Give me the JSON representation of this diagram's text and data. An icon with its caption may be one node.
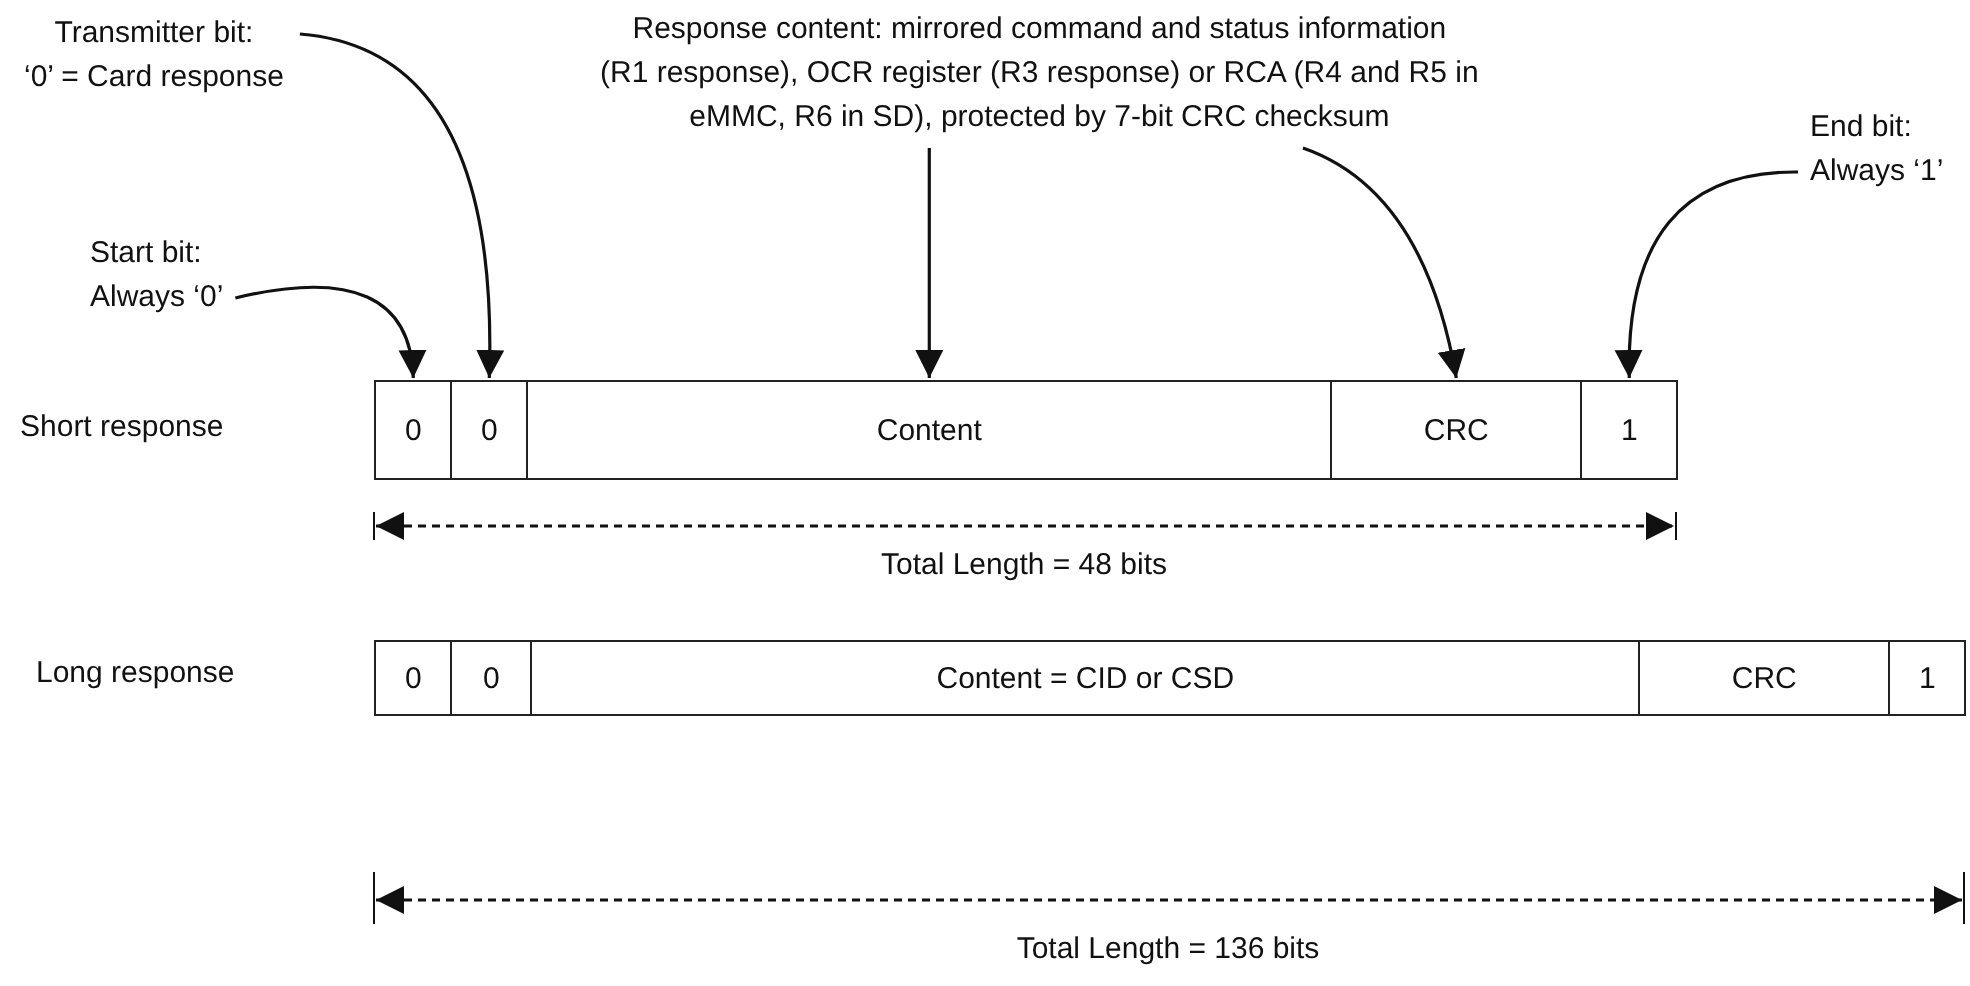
{
  "diagram": {
    "nodes": [
      {
        "text": [
          "Transmitter bit: ‘0’ = Card response"
        ]
      },
      {
        "text": [
          "Response content: mirrored command and status information (R1 response), OCR register (R3 response) or RCA (R4 and R5 in eMMC, R6 in SD), protected by 7-bit CRC checksum"
        ]
      },
      {
        "text": [
          "Start bit: Always ‘0’"
        ]
      },
      {
        "text": [
          "End bit: Always ‘1’"
        ]
      },
      {
        "text": [
          "0"
        ]
      },
      {
        "text": [
          "0"
        ]
      },
      {
        "text": [
          "Content"
        ]
      },
      {
        "text": [
          "CRC"
        ]
      },
      {
        "text": [
          "1"
        ]
      },
      {
        "text": [
          "0"
        ]
      },
      {
        "text": [
          "0"
        ]
      },
      {
        "text": [
          "Content = CID or CSD"
        ]
      },
      {
        "text": [
          "CRC"
        ]
      },
      {
        "text": [
          "1"
        ]
      }
    ],
    "edges": [
      {
        "from": 2,
        "to": 4,
        "arrow": "to"
      },
      {
        "from": 0,
        "to": 5,
        "arrow": "to"
      },
      {
        "from": 1,
        "to": 6,
        "arrow": "to"
      },
      {
        "from": 1,
        "to": 7,
        "arrow": "to"
      },
      {
        "from": 3,
        "to": 8,
        "arrow": "to"
      }
    ],
    "labels": [
      "Short response",
      "Total Length = 48 bits",
      "Long response",
      "Total Length = 136 bits"
    ]
  }
}
